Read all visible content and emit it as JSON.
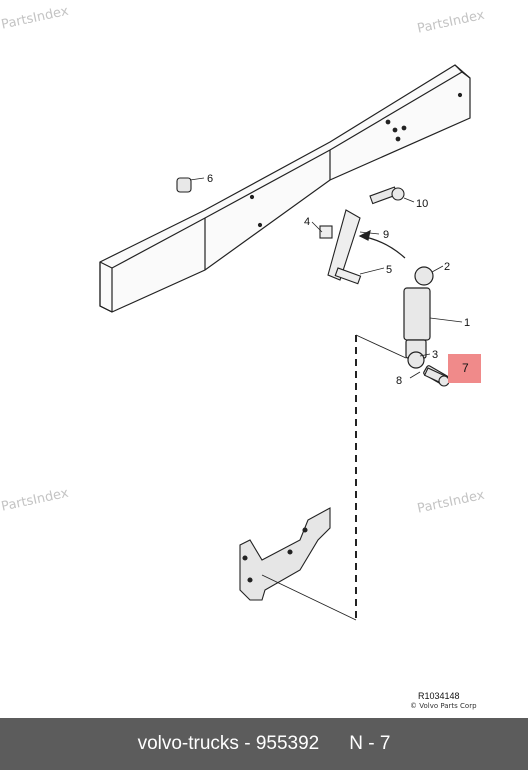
{
  "watermark": "PartsIndex",
  "diagram": {
    "callouts": [
      "1",
      "2",
      "3",
      "4",
      "5",
      "6",
      "7",
      "8",
      "9",
      "10"
    ],
    "highlighted": "7",
    "ref_code": "R1034148",
    "copyright": "© Volvo Parts Corp"
  },
  "footer": {
    "part_ref": "volvo-trucks - 955392",
    "position": "N - 7"
  },
  "colors": {
    "highlight": "#f08a8a",
    "footer_bg": "#5c5c5c"
  }
}
